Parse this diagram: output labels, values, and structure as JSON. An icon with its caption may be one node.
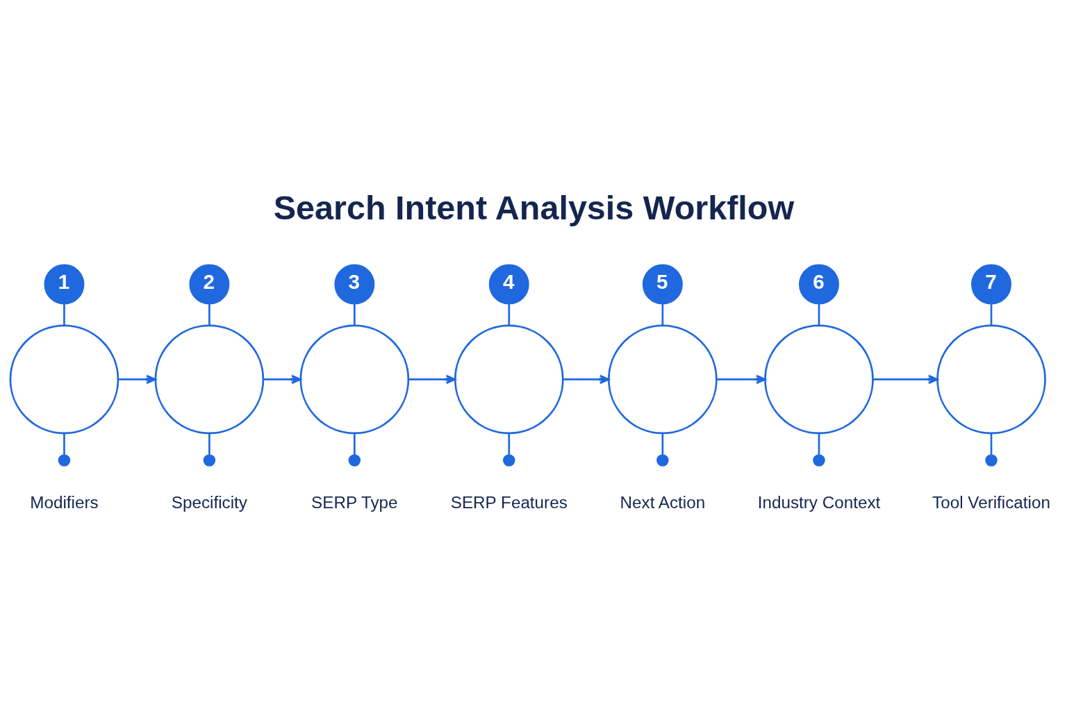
{
  "diagram": {
    "title": "Search Intent Analysis Workflow",
    "nodes": [
      {
        "text": [
          "1"
        ]
      },
      {
        "text": [],
        "shape": "circle"
      },
      {
        "text": [],
        "shape": "dot",
        "beside": [
          "Modifiers"
        ]
      },
      {
        "text": [
          "2"
        ]
      },
      {
        "text": [],
        "shape": "circle"
      },
      {
        "text": [],
        "shape": "dot",
        "beside": [
          "Specificity"
        ]
      },
      {
        "text": [
          "3"
        ]
      },
      {
        "text": [],
        "shape": "circle"
      },
      {
        "text": [],
        "shape": "dot",
        "beside": [
          "SERP Type"
        ]
      },
      {
        "text": [
          "4"
        ]
      },
      {
        "text": [],
        "shape": "circle"
      },
      {
        "text": [],
        "shape": "dot",
        "beside": [
          "SERP Features"
        ]
      },
      {
        "text": [
          "5"
        ]
      },
      {
        "text": [],
        "shape": "circle"
      },
      {
        "text": [],
        "shape": "dot",
        "beside": [
          "Next Action"
        ]
      },
      {
        "text": [
          "6"
        ]
      },
      {
        "text": [],
        "shape": "circle"
      },
      {
        "text": [],
        "shape": "dot",
        "beside": [
          "Industry Context"
        ]
      },
      {
        "text": [
          "7"
        ]
      },
      {
        "text": [],
        "shape": "circle"
      },
      {
        "text": [],
        "shape": "dot",
        "beside": [
          "Tool Verification"
        ]
      }
    ],
    "edges": [
      {
        "from": 0,
        "to": 1,
        "arrow": "none"
      },
      {
        "from": 1,
        "to": 2,
        "arrow": "none"
      },
      {
        "from": 1,
        "to": 4,
        "arrow": "to"
      },
      {
        "from": 3,
        "to": 4,
        "arrow": "none"
      },
      {
        "from": 4,
        "to": 5,
        "arrow": "none"
      },
      {
        "from": 4,
        "to": 7,
        "arrow": "to"
      },
      {
        "from": 6,
        "to": 7,
        "arrow": "none"
      },
      {
        "from": 7,
        "to": 8,
        "arrow": "none"
      },
      {
        "from": 7,
        "to": 10,
        "arrow": "to"
      },
      {
        "from": 9,
        "to": 10,
        "arrow": "none"
      },
      {
        "from": 10,
        "to": 11,
        "arrow": "none"
      },
      {
        "from": 10,
        "to": 13,
        "arrow": "to"
      },
      {
        "from": 12,
        "to": 13,
        "arrow": "none"
      },
      {
        "from": 13,
        "to": 14,
        "arrow": "none"
      },
      {
        "from": 13,
        "to": 16,
        "arrow": "to"
      },
      {
        "from": 15,
        "to": 16,
        "arrow": "none"
      },
      {
        "from": 16,
        "to": 17,
        "arrow": "none"
      },
      {
        "from": 16,
        "to": 19,
        "arrow": "to"
      },
      {
        "from": 18,
        "to": 19,
        "arrow": "none"
      },
      {
        "from": 19,
        "to": 20,
        "arrow": "none"
      }
    ]
  }
}
